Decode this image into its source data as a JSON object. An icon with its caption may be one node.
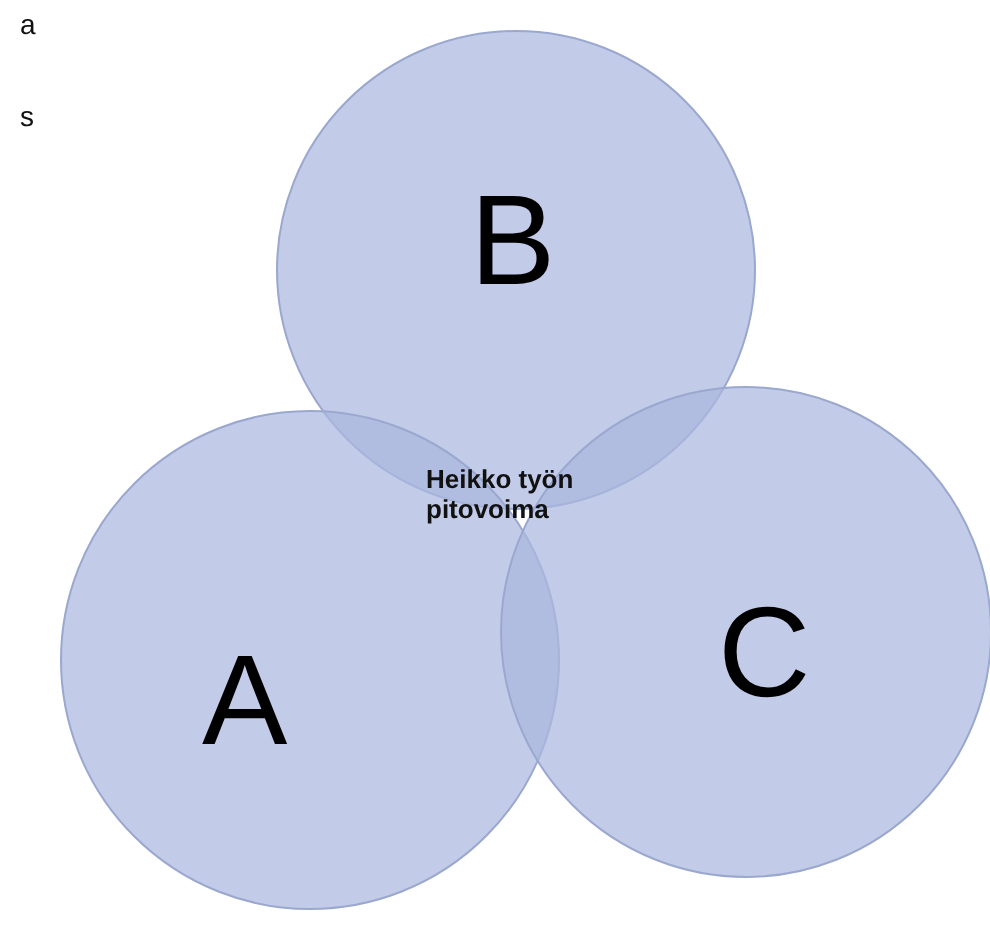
{
  "diagram": {
    "nodes": [
      {
        "text": [
          "B"
        ]
      },
      {
        "text": [
          "A"
        ]
      },
      {
        "text": [
          "C"
        ]
      }
    ],
    "labels": [
      "a",
      "s",
      "Heikko työn pitovoima"
    ]
  }
}
